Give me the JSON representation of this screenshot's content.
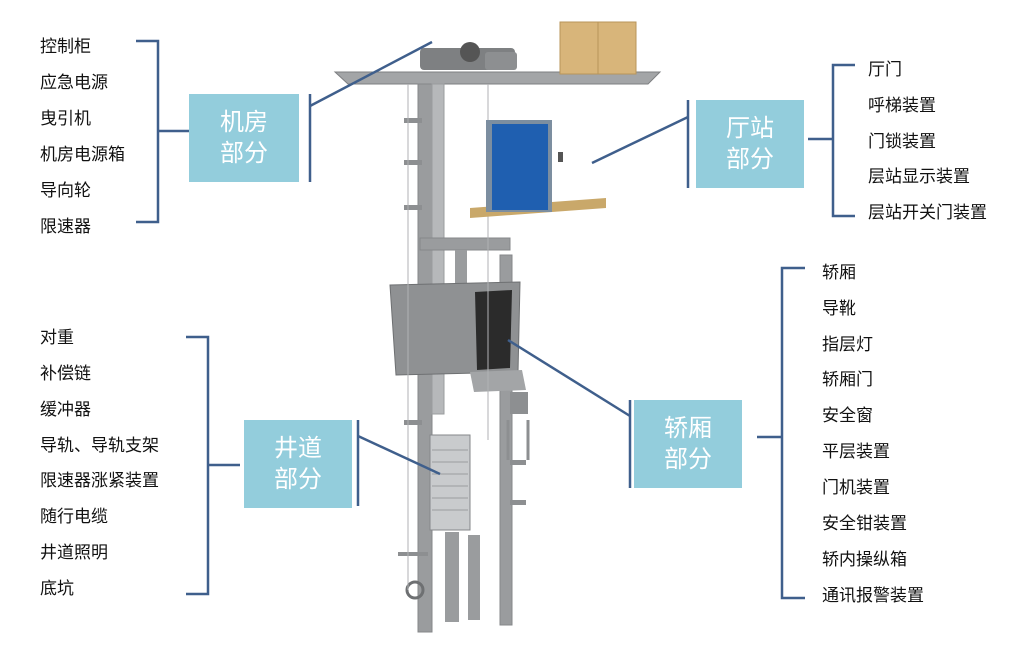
{
  "groups": {
    "machine_room": {
      "badge": [
        "机房",
        "部分"
      ],
      "items": [
        "控制柜",
        "应急电源",
        "曳引机",
        "机房电源箱",
        "导向轮",
        "限速器"
      ]
    },
    "landing": {
      "badge": [
        "厅站",
        "部分"
      ],
      "items": [
        "厅门",
        "呼梯装置",
        "门锁装置",
        "层站显示装置",
        "层站开关门装置"
      ]
    },
    "car": {
      "badge": [
        "轿厢",
        "部分"
      ],
      "items": [
        "轿厢",
        "导靴",
        "指层灯",
        "轿厢门",
        "安全窗",
        "平层装置",
        "门机装置",
        "安全钳装置",
        "轿内操纵箱",
        "通讯报警装置"
      ]
    },
    "hoistway": {
      "badge": [
        "井道",
        "部分"
      ],
      "items": [
        "对重",
        "补偿链",
        "缓冲器",
        "导轨、导轨支架",
        "限速器涨紧装置",
        "随行电缆",
        "井道照明",
        "底坑"
      ]
    }
  },
  "colors": {
    "bracket": "#3f5f8c",
    "badge_bg": "#93cddc",
    "badge_text": "#ffffff",
    "steel": "#9a9c9e",
    "door_blue": "#1f5fb0",
    "box_tan": "#d8b57a",
    "floor_tan": "#c9a86a"
  }
}
